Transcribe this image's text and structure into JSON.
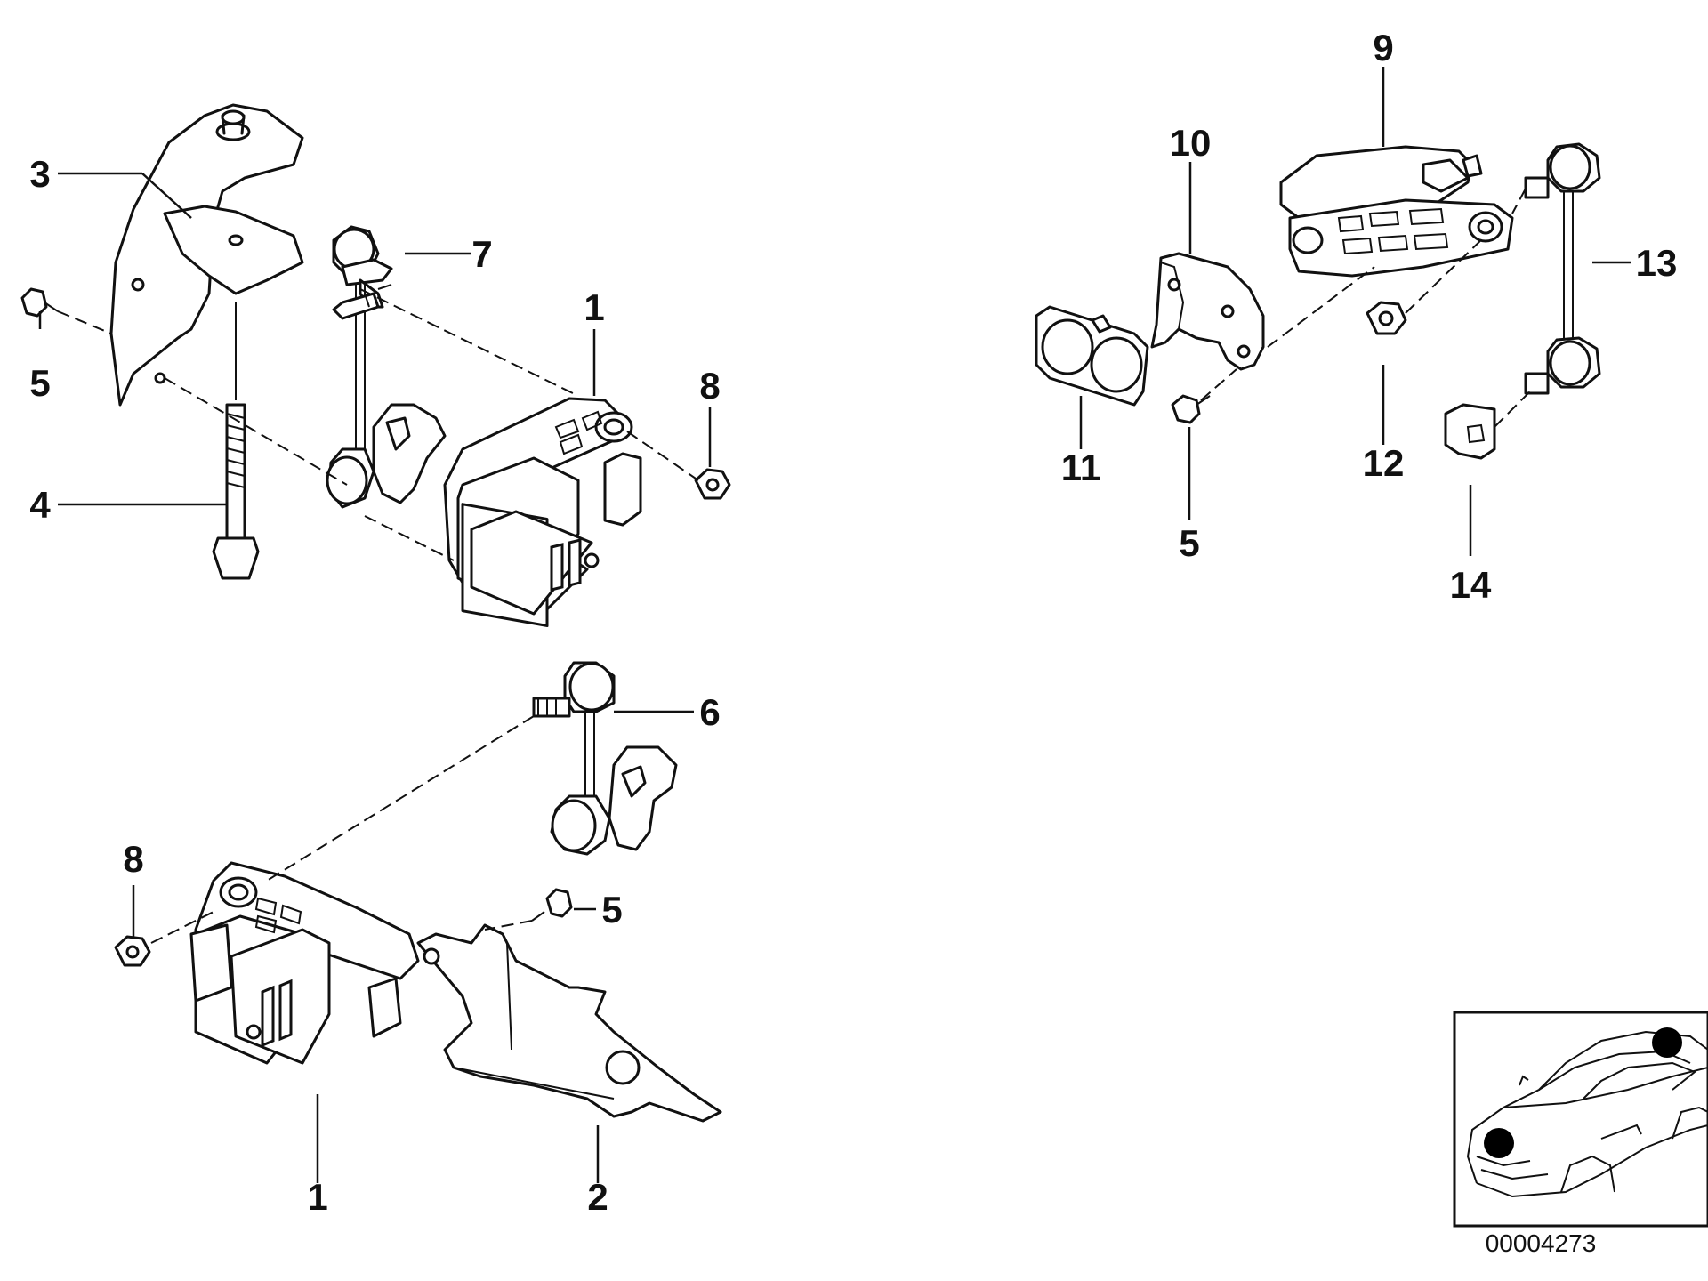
{
  "callouts": {
    "c1_top": "1",
    "c1_bottom": "1",
    "c2": "2",
    "c3": "3",
    "c4": "4",
    "c5_left": "5",
    "c5_bottom": "5",
    "c5_right": "5",
    "c6": "6",
    "c7": "7",
    "c8_top": "8",
    "c8_bottom": "8",
    "c9": "9",
    "c10": "10",
    "c11": "11",
    "c12": "12",
    "c13": "13",
    "c14": "14"
  },
  "reference_number": "00004273",
  "colors": {
    "line": "#111111",
    "background": "#ffffff",
    "marker": "#000000"
  }
}
